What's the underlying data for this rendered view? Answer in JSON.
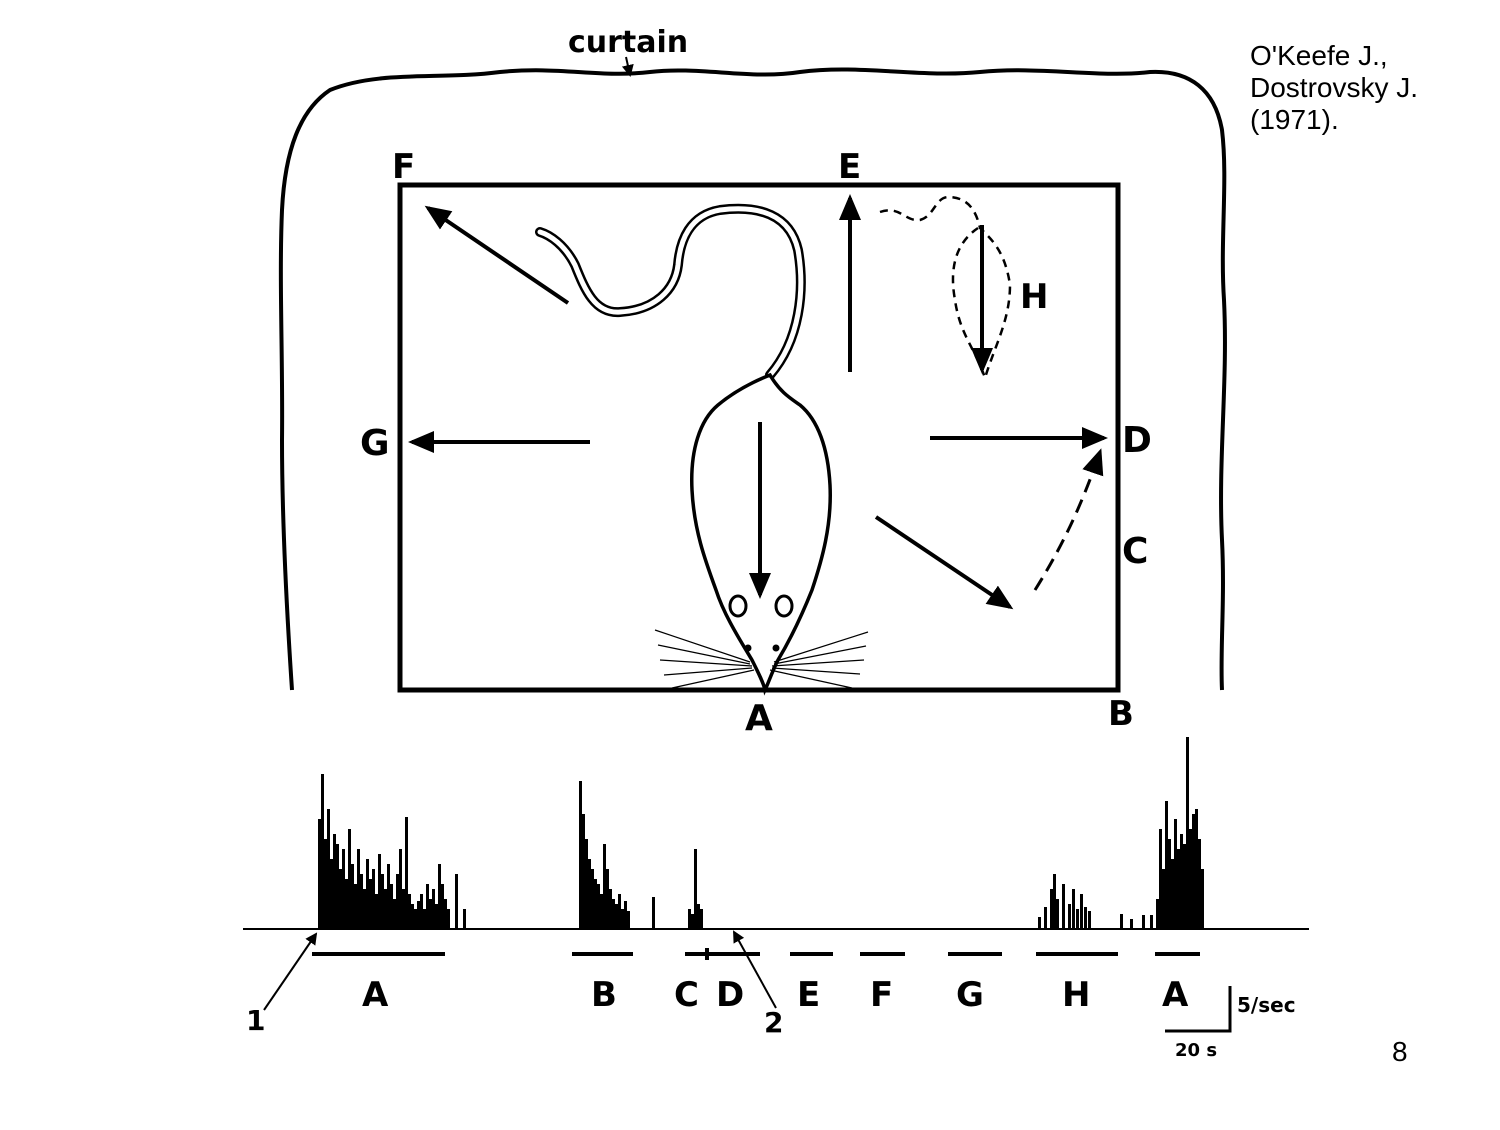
{
  "citation": {
    "line1": "O'Keefe J.,",
    "line2": "Dostrovsky J.",
    "line3": "(1971)."
  },
  "page_number": "8",
  "diagram": {
    "curtain_label": "curtain",
    "box_labels": {
      "A": "A",
      "B": "B",
      "C": "C",
      "D": "D",
      "E": "E",
      "F": "F",
      "G": "G",
      "H": "H"
    }
  },
  "trace": {
    "segments": [
      "A",
      "B",
      "C",
      "D",
      "E",
      "F",
      "G",
      "H",
      "A"
    ],
    "markers": [
      "1",
      "2"
    ],
    "scale_rate": "5/sec",
    "scale_time": "20 s"
  }
}
